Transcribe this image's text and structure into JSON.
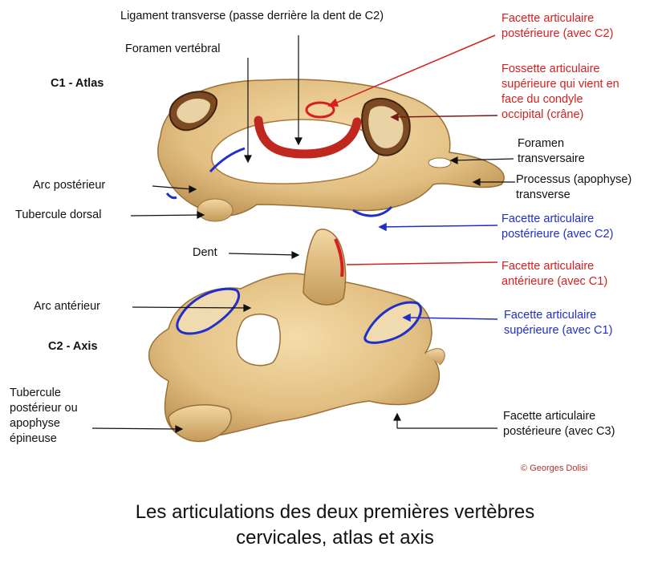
{
  "vertebra_labels": {
    "c1": "C1 - Atlas",
    "c2": "C2 - Axis"
  },
  "labels_left": {
    "ligament": "Ligament transverse (passe derrière la dent de C2)",
    "foramen_vertebral": "Foramen vertébral",
    "arc_posterieur": "Arc postérieur",
    "tubercule_dorsal": "Tubercule dorsal",
    "dent": "Dent",
    "arc_anterieur": "Arc antérieur",
    "tubercule_posterieur": [
      "Tubercule",
      "postérieur ou",
      "apophyse",
      "épineuse"
    ]
  },
  "labels_right": {
    "facette_post_c2_top": [
      "Facette articulaire",
      "postérieure (avec C2)"
    ],
    "fossette": [
      "Fossette articulaire",
      "supérieure qui vient en",
      "face du condyle",
      "occipital (crâne)"
    ],
    "foramen_transversaire": [
      "Foramen",
      "transversaire"
    ],
    "processus": [
      "Processus (apophyse)",
      "transverse"
    ],
    "facette_post_c2_blue": [
      "Facette articulaire",
      "postérieure (avec C2)"
    ],
    "facette_ant_c1": [
      "Facette articulaire",
      "antérieure (avec C1)"
    ],
    "facette_sup_c1": [
      "Facette articulaire",
      "supérieure (avec C1)"
    ],
    "facette_post_c3": [
      "Facette articulaire",
      "postérieure (avec C3)"
    ]
  },
  "credit": "© Georges Dolisi",
  "caption": [
    "Les articulations des deux premières vertèbres",
    "cervicales, atlas et axis"
  ],
  "colors": {
    "bone": "#e7c88f",
    "bone_shadow": "#b98d4d",
    "red_label": "#d81e1e",
    "blue_label": "#1f2fc9",
    "ligament": "#c0281f"
  }
}
